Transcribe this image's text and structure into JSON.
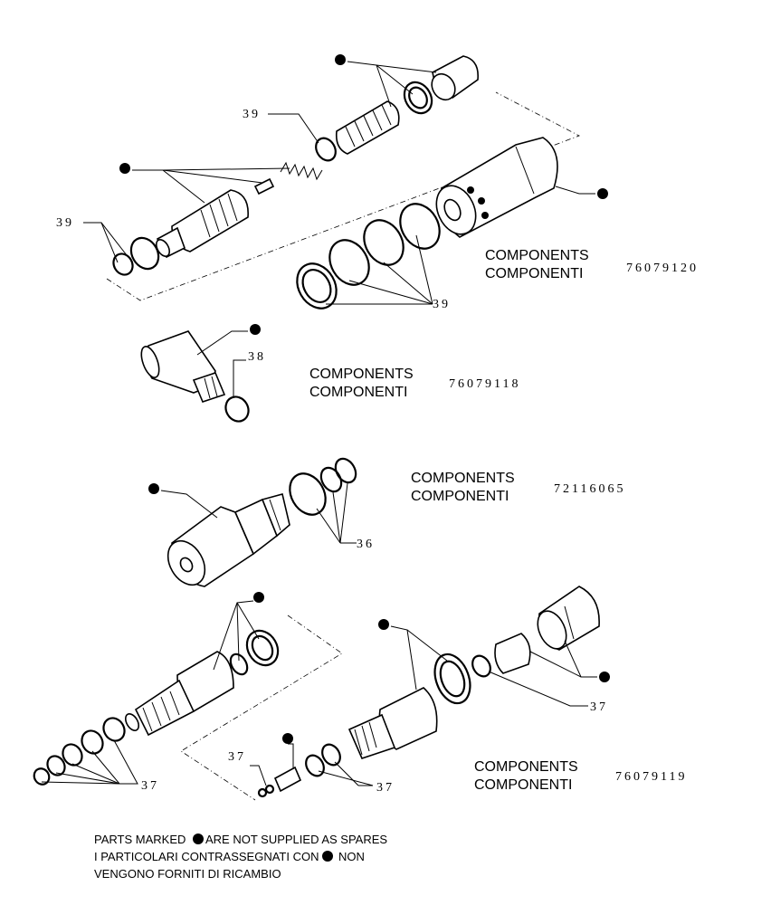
{
  "assemblies": [
    {
      "label_en": "COMPONENTS",
      "label_it": "COMPONENTI",
      "part_no": "76079120"
    },
    {
      "label_en": "COMPONENTS",
      "label_it": "COMPONENTI",
      "part_no": "76079118"
    },
    {
      "label_en": "COMPONENTS",
      "label_it": "COMPONENTI",
      "part_no": "72116065"
    },
    {
      "label_en": "COMPONENTS",
      "label_it": "COMPONENTI",
      "part_no": "76079119"
    }
  ],
  "callouts": {
    "c39a": "39",
    "c39b": "39",
    "c39c": "39",
    "c38": "38",
    "c36": "36",
    "c37a": "37",
    "c37b": "37",
    "c37c": "37",
    "c37d": "37"
  },
  "note": {
    "line1_a": "PARTS MARKED",
    "line1_b": "ARE NOT SUPPLIED AS SPARES",
    "line2_a": "I PARTICOLARI  CONTRASSEGNATI  CON",
    "line2_b": "NON",
    "line3": "VENGONO FORNITI DI RICAMBIO"
  }
}
